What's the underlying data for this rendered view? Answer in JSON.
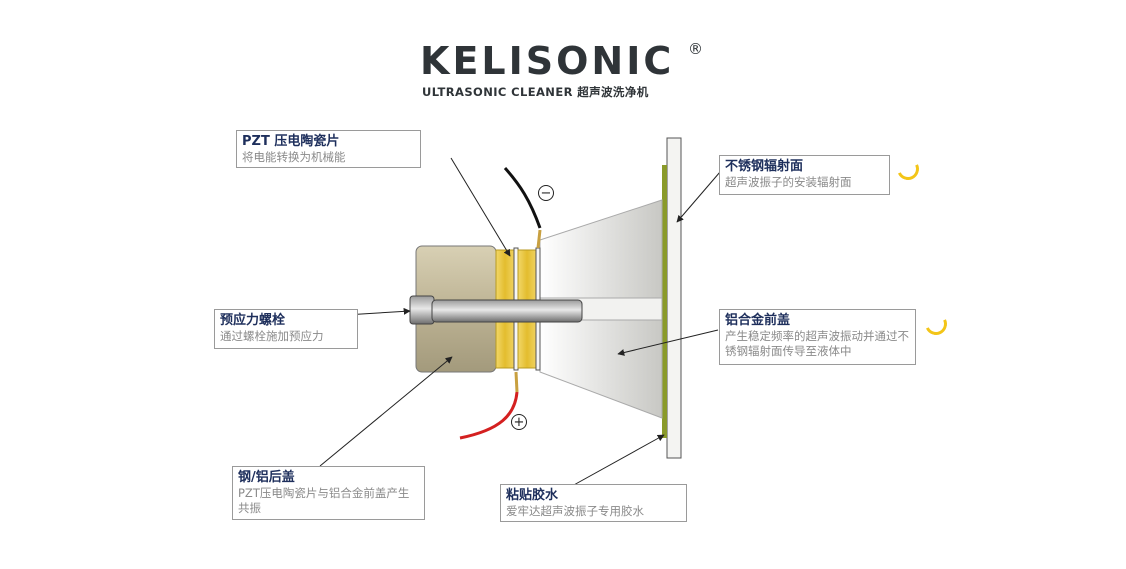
{
  "logo": {
    "brand": "KELISONIC",
    "registered": "®",
    "subtitle": "ULTRASONIC CLEANER 超声波洗净机"
  },
  "polarity": {
    "negative": "−",
    "positive": "+"
  },
  "labels": {
    "pzt": {
      "title": "PZT 压电陶瓷片",
      "desc": "将电能转换为机械能"
    },
    "stainless": {
      "title": "不锈钢辐射面",
      "desc": "超声波振子的安装辐射面"
    },
    "bolt": {
      "title": "预应力螺栓",
      "desc": "通过螺栓施加预应力"
    },
    "aluminum": {
      "title": "铝合金前盖",
      "desc": "产生稳定频率的超声波振动并通过不锈钢辐射面传导至液体中"
    },
    "backcover": {
      "title": "钢/铝后盖",
      "desc": "PZT压电陶瓷片与铝合金前盖产生共振"
    },
    "glue": {
      "title": "粘贴胶水",
      "desc": "爱牢达超声波振子专用胶水"
    }
  },
  "colors": {
    "logo_text": "#2f3438",
    "label_title": "#1e2f5c",
    "label_desc": "#8a8a8a",
    "ceramic": "#e9c84a",
    "back_cover": "#c9c0a0",
    "front_cover": "#d9d9d6",
    "glue_layer": "#8a9a2a",
    "negative_wire": "#111111",
    "positive_wire": "#d42020",
    "accent_moon": "#f3c518"
  }
}
